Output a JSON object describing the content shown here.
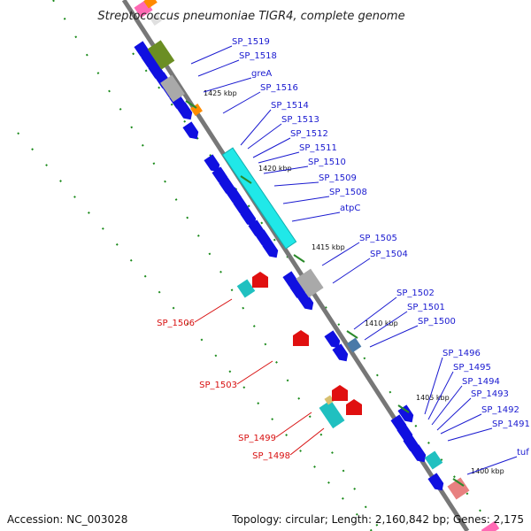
{
  "title": "Streptococcus pneumoniae TIGR4, complete genome",
  "footer": {
    "accession": "Accession: NC_003028",
    "topology": "Topology: circular; Length: 2,160,842 bp; Genes: 2,175"
  },
  "colors": {
    "plus_gene": "#1010e0",
    "label_blue": "#1a1ad0",
    "label_red": "#d81010",
    "backbone": "#777777",
    "dots": "#1a8a1a"
  },
  "ticks": [
    "1425 kbp",
    "1420 kbp",
    "1415 kbp",
    "1410 kbp",
    "1405 kbp",
    "1400 kbp"
  ],
  "labels_right": [
    "SP_1519",
    "SP_1518",
    "greA",
    "SP_1516",
    "SP_1514",
    "SP_1513",
    "SP_1512",
    "SP_1511",
    "SP_1510",
    "SP_1509",
    "SP_1508",
    "atpC",
    "SP_1505",
    "SP_1504",
    "SP_1502",
    "SP_1501",
    "SP_1500",
    "SP_1496",
    "SP_1495",
    "SP_1494",
    "SP_1493",
    "SP_1492",
    "SP_1491",
    "tuf"
  ],
  "labels_left": [
    "SP_1506",
    "SP_1503",
    "SP_1499",
    "SP_1498"
  ]
}
